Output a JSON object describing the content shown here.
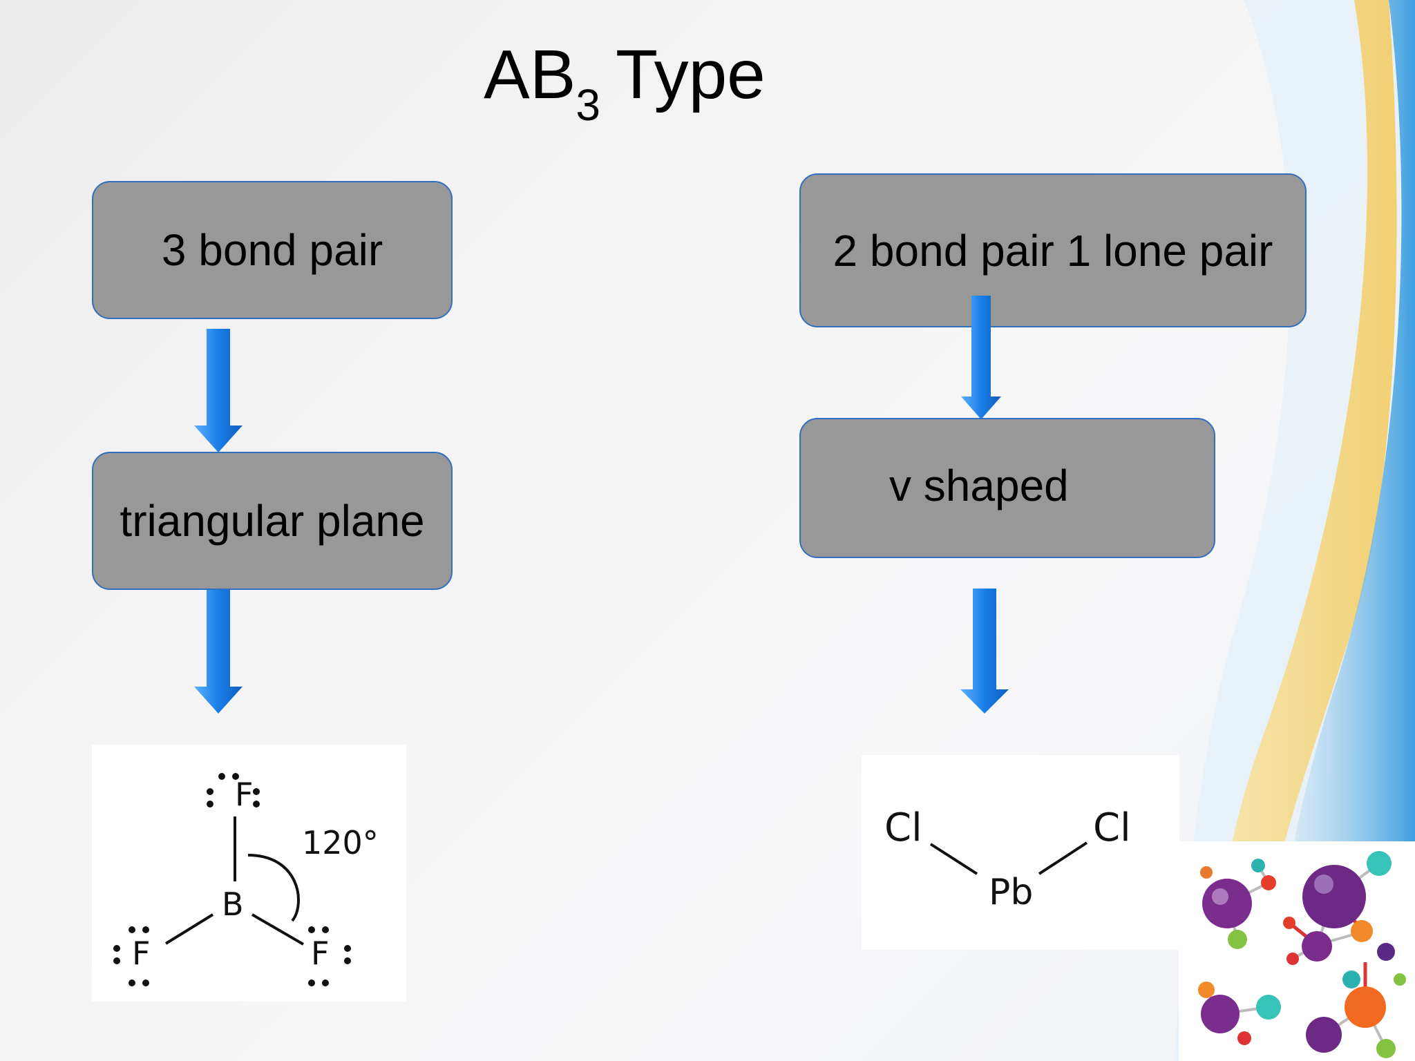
{
  "slide": {
    "title": {
      "main": "AB",
      "subscript": "3",
      "suffix": "Type"
    }
  },
  "flow_left": {
    "box_top": "3 bond pair",
    "box_middle": "triangular plane"
  },
  "flow_right": {
    "box_top": "2 bond pair 1 lone pair",
    "box_middle": "v shaped"
  },
  "structure_bf3": {
    "atom_top": "F",
    "atom_center": "B",
    "atom_left": "F",
    "atom_right": "F",
    "angle_label": "120°"
  },
  "structure_pbcl2": {
    "atom_left": "Cl",
    "atom_center": "Pb",
    "atom_right": "Cl"
  },
  "colors": {
    "box_fill": "#999898",
    "box_border": "#2f6fc1",
    "arrow_blue": "#1a7ee8"
  },
  "icons": [
    "down-arrow-icon",
    "molecule-graphic-icon"
  ]
}
